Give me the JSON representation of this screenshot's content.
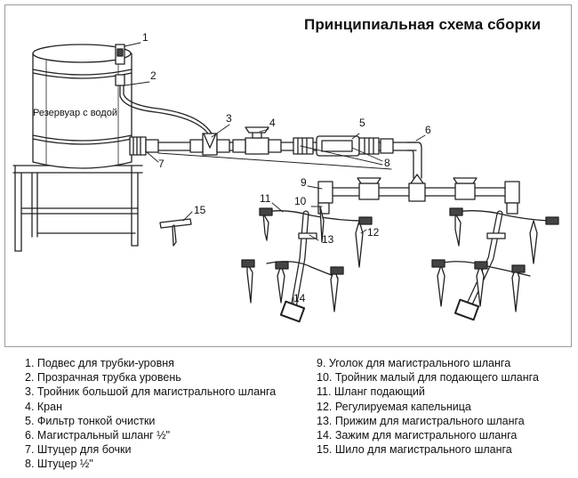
{
  "title": "Принципиальная схема сборки",
  "tank_label": "Резервуар с водой",
  "callouts": [
    "1",
    "2",
    "3",
    "4",
    "5",
    "6",
    "7",
    "8",
    "9",
    "10",
    "11",
    "12",
    "13",
    "14",
    "15"
  ],
  "legend_left": [
    "1. Подвес для трубки-уровня",
    "2. Прозрачная трубка уровень",
    "3. Тройник большой для магистрального шланга",
    "4. Кран",
    "5. Фильтр тонкой очистки",
    "6. Магистральный шланг ½\"",
    "7. Штуцер для бочки",
    "8. Штуцер ½\""
  ],
  "legend_right": [
    "9. Уголок для магистрального шланга",
    "10. Тройник малый для подающего шланга",
    "11. Шланг подающий",
    "12. Регулируемая капельница",
    "13. Прижим для магистрального шланга",
    "14. Зажим для магистрального шланга",
    "15. Шило для магистрального шланга"
  ]
}
